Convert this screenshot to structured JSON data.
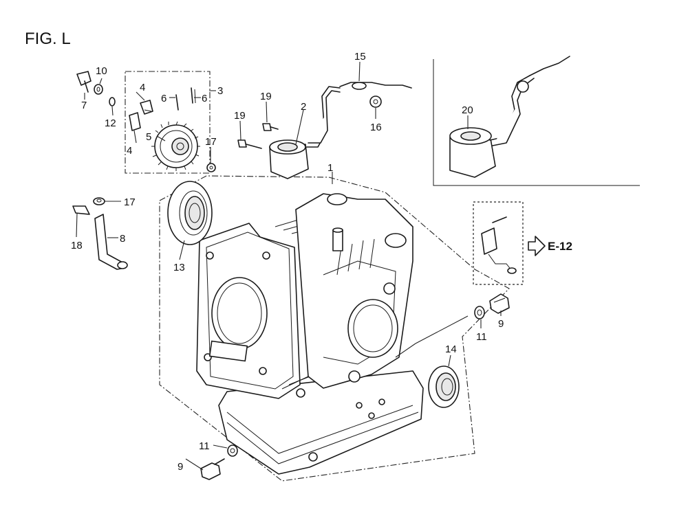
{
  "figure": {
    "title": "FIG. L"
  },
  "cross_reference": {
    "label": "E-12"
  },
  "callouts": {
    "p1": "1",
    "p2": "2",
    "p3": "3",
    "p4a": "4",
    "p4b": "4",
    "p5": "5",
    "p6a": "6",
    "p6b": "6",
    "p7": "7",
    "p8": "8",
    "p9a": "9",
    "p9b": "9",
    "p10": "10",
    "p11a": "11",
    "p11b": "11",
    "p12": "12",
    "p13": "13",
    "p14": "14",
    "p15": "15",
    "p16": "16",
    "p17a": "17",
    "p17b": "17",
    "p18": "18",
    "p19a": "19",
    "p19b": "19",
    "p20": "20"
  }
}
